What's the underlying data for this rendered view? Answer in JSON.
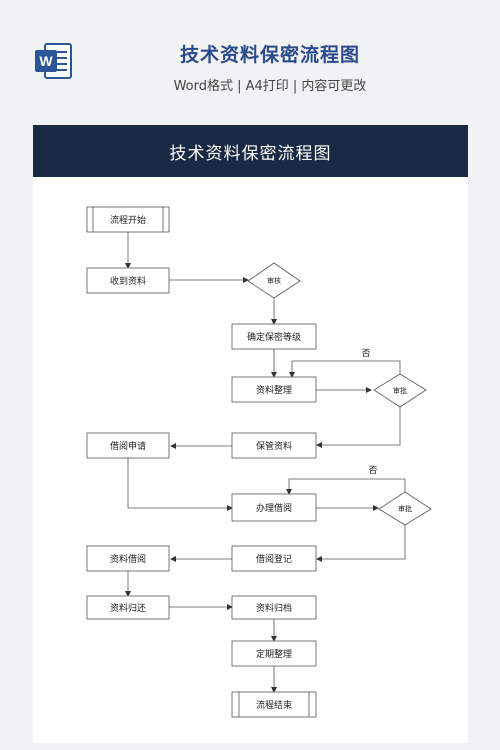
{
  "header": {
    "title": "技术资料保密流程图",
    "subtitle": "Word格式 | A4打印 | 内容可更改",
    "icon": "word-document-icon",
    "icon_color": "#2b579a"
  },
  "banner": {
    "title": "技术资料保密流程图",
    "background": "#1b2a44"
  },
  "flowchart": {
    "nodes": {
      "start": "流程开始",
      "receive": "收到资料",
      "review1": "审核",
      "confirm": "确定保密等级",
      "organize": "资料整理",
      "approve1": "审批",
      "keep": "保管资料",
      "borrow_apply": "借阅申请",
      "handle_borrow": "办理借阅",
      "approve2": "审批",
      "register": "借阅登记",
      "borrow": "资料借阅",
      "return": "资料归还",
      "archive": "资料归档",
      "periodic": "定期整理",
      "end": "流程结束"
    },
    "labels": {
      "no1": "否",
      "no2": "否"
    }
  }
}
